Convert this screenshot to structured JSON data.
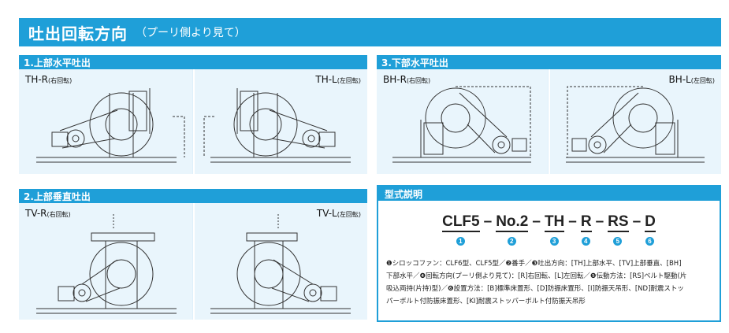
{
  "title": {
    "main": "吐出回転方向",
    "sub": "（プーリ側より見て）"
  },
  "panels": {
    "p1": {
      "header": "1.上部水平吐出",
      "left_label": "TH-R",
      "left_note": "(右回転)",
      "right_label": "TH-L",
      "right_note": "(左回転)"
    },
    "p2": {
      "header": "2.上部垂直吐出",
      "left_label": "TV-R",
      "left_note": "(右回転)",
      "right_label": "TV-L",
      "right_note": "(左回転)"
    },
    "p3": {
      "header": "3.下部水平吐出",
      "left_label": "BH-R",
      "left_note": "(右回転)",
      "right_label": "BH-L",
      "right_note": "(左回転)"
    }
  },
  "model": {
    "header": "型式説明",
    "segments": [
      {
        "text": "CLF5",
        "num": "1"
      },
      {
        "text": "No.2",
        "num": "2"
      },
      {
        "text": "TH",
        "num": "3"
      },
      {
        "text": "R",
        "num": "4"
      },
      {
        "text": "RS",
        "num": "5"
      },
      {
        "text": "D",
        "num": "6"
      }
    ],
    "dash": "–",
    "lines": [
      "❶シロッコファン：CLF6型、CLF5型／❷番手／❸吐出方向：[TH]上部水平、[TV]上部垂直、[BH]",
      "下部水平／❹回転方向(プーリ側より見て)：[R]右回転、[L]左回転／❺伝動方法：[RS]ベルト駆動(片",
      "吸込両持(片持)型)／❻設置方法：[B]標準床置形、[D]防振床置形、[I]防振天吊形、[ND]耐震ストッ",
      "パーボルト付防振床置形、[KI]耐震ストッパーボルト付防振天吊形"
    ]
  },
  "colors": {
    "accent": "#1f9fd8",
    "panel_bg": "#e9f5fc"
  }
}
